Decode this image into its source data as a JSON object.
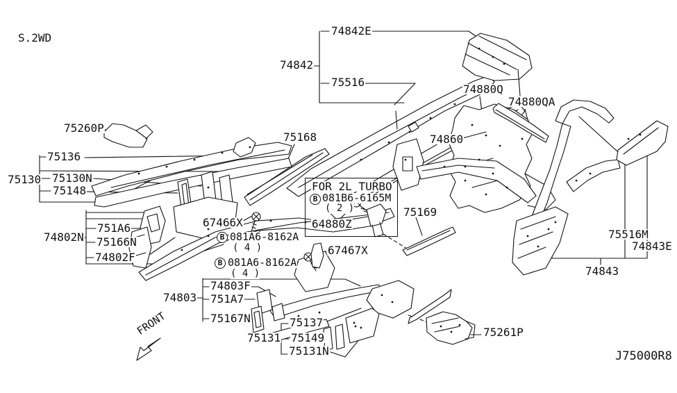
{
  "drive_variant": "S.2WD",
  "diagram_code": "J75000R8",
  "front_indicator": "FRONT",
  "turbo_note": {
    "title": "FOR 2L TURBO",
    "marker": "B",
    "bolt": "081B6-6165M",
    "qty": "( 2 )",
    "part": "64880Z"
  },
  "bolt_callouts": [
    {
      "marker": "B",
      "part": "081A6-8162A",
      "qty": "( 4 )"
    },
    {
      "marker": "B",
      "part": "081A6-8162A",
      "qty": "( 4 )"
    }
  ],
  "part_labels": {
    "p74842E": "74842E",
    "p74842": "74842",
    "p75516": "75516",
    "p74880Q": "74880Q",
    "p74880QA": "74880QA",
    "p75260P": "75260P",
    "p75136": "75136",
    "p75130": "75130",
    "p75130N": "75130N",
    "p75148": "75148",
    "p75168": "75168",
    "p74860": "74860",
    "p751A6": "751A6",
    "p74802N": "74802N",
    "p75166N": "75166N",
    "p74802F": "74802F",
    "p67466X": "67466X",
    "p67467X": "67467X",
    "p75169": "75169",
    "p75516M": "75516M",
    "p74843E": "74843E",
    "p74843": "74843",
    "p74803F": "74803F",
    "p74803": "74803",
    "p751A7": "751A7",
    "p75167N": "75167N",
    "p75137": "75137",
    "p75131": "75131",
    "p75149": "75149",
    "p75131N": "75131N",
    "p75261P": "75261P"
  }
}
